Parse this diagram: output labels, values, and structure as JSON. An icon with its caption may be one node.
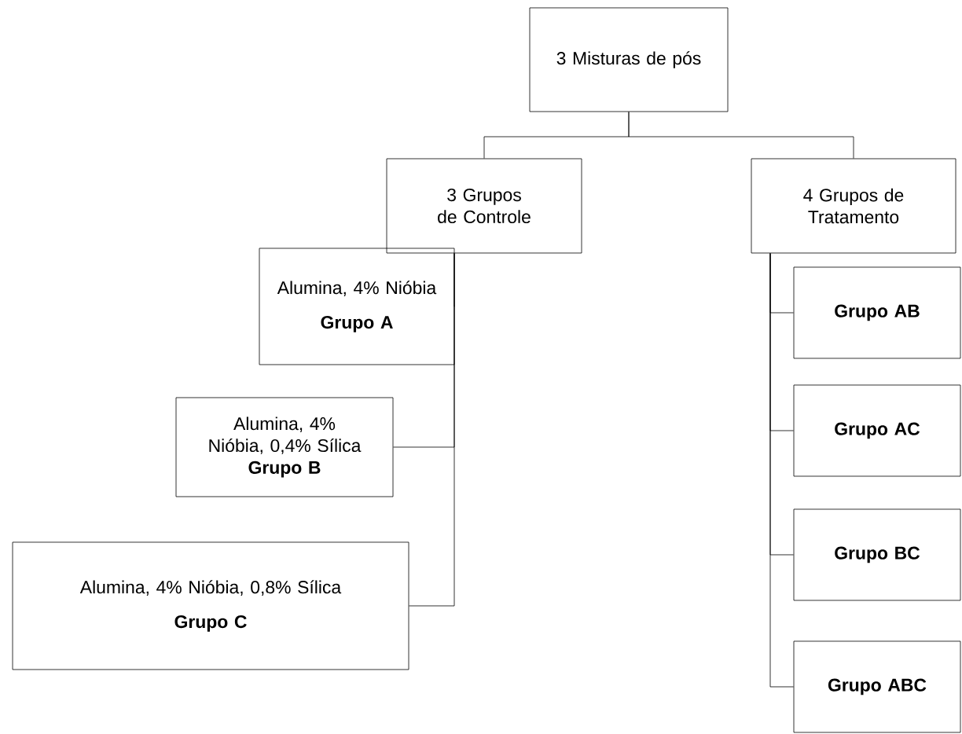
{
  "diagram": {
    "nodes": [
      {
        "text": [
          "3 Misturas de pós"
        ]
      },
      {
        "text": [
          "3 Grupos de Controle"
        ]
      },
      {
        "text": [
          "4 Grupos de Tratamento"
        ]
      },
      {
        "text": [
          "Alumina, 4% Nióbia",
          "Grupo A"
        ]
      },
      {
        "text": [
          "Alumina, 4% Nióbia, 0,4% Sílica",
          "Grupo B"
        ]
      },
      {
        "text": [
          "Alumina, 4% Nióbia, 0,8% Sílica",
          "Grupo C"
        ]
      },
      {
        "text": [
          "Grupo AB"
        ]
      },
      {
        "text": [
          "Grupo AC"
        ]
      },
      {
        "text": [
          "Grupo BC"
        ]
      },
      {
        "text": [
          "Grupo ABC"
        ]
      }
    ],
    "edges": [
      {
        "from": 0,
        "to": 1,
        "arrow": "none"
      },
      {
        "from": 0,
        "to": 2,
        "arrow": "none"
      },
      {
        "from": 1,
        "to": 3,
        "arrow": "none"
      },
      {
        "from": 1,
        "to": 4,
        "arrow": "none"
      },
      {
        "from": 1,
        "to": 5,
        "arrow": "none"
      },
      {
        "from": 2,
        "to": 6,
        "arrow": "none"
      },
      {
        "from": 2,
        "to": 7,
        "arrow": "none"
      },
      {
        "from": 2,
        "to": 8,
        "arrow": "none"
      },
      {
        "from": 2,
        "to": 9,
        "arrow": "none"
      }
    ]
  }
}
